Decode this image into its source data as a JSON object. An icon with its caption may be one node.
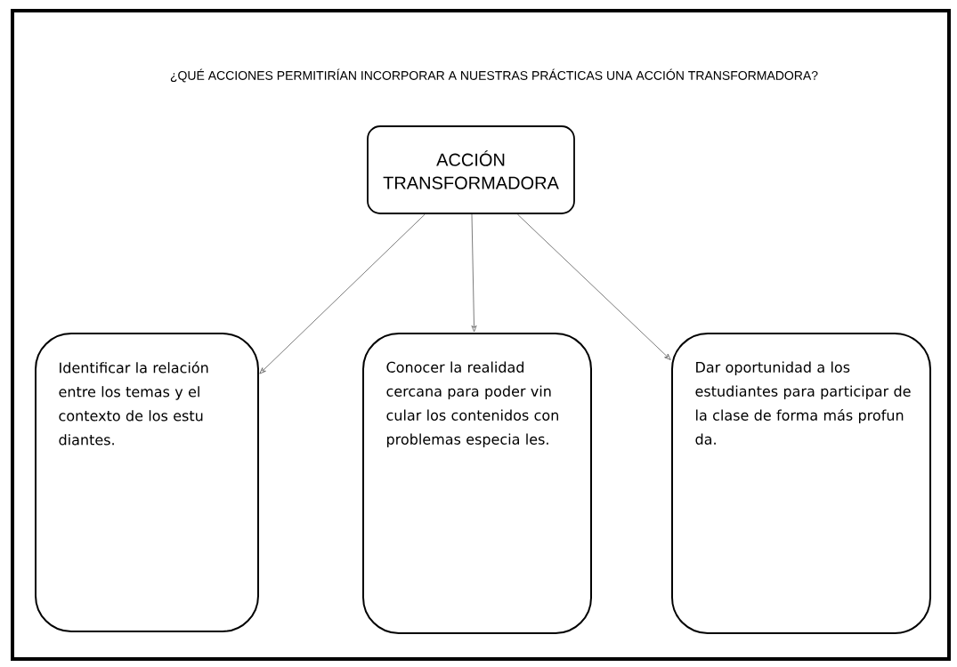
{
  "diagram": {
    "title": "¿QUÉ ACCIONES PERMITIRÍAN INCORPORAR A NUESTRAS PRÁCTICAS UNA ACCIÓN TRANSFORMADORA?",
    "nodes": [
      {
        "text": [
          "ACCIÓN TRANSFORMADORA"
        ]
      },
      {
        "text": [
          "Identificar la relación entre los temas y el contexto de los estu diantes."
        ]
      },
      {
        "text": [
          "Conocer la realidad cercana para poder vin cular los contenidos con problemas especia les."
        ]
      },
      {
        "text": [
          "Dar oportunidad a los estudiantes para participar de la clase de forma más profun da."
        ]
      }
    ],
    "edges": [
      {
        "from": 0,
        "to": 1,
        "arrow": "to"
      },
      {
        "from": 0,
        "to": 2,
        "arrow": "to"
      },
      {
        "from": 0,
        "to": 3,
        "arrow": "to"
      }
    ]
  }
}
